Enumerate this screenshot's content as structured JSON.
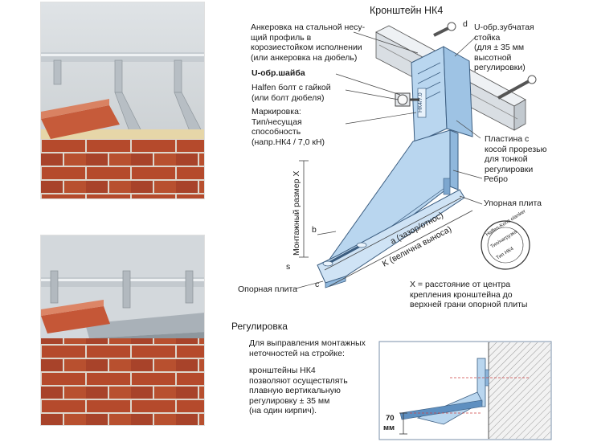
{
  "title": "Кронштейн НК4",
  "labels": {
    "anchoring": "Анкеровка на стальной несу-\nщий профиль в\nкорозиестойком исполнении\n(или анкеровка на дюбель)",
    "u_washer": "U-обр.шайба",
    "halfen_bolt": "Halfen болт с гайкой\n(или болт дюбеля)",
    "marking": "Маркировка:\nТип/несущая\nспособность\n(напр.НК4 / 7,0 кН)",
    "u_toothed": "U-обр.зубчатая\nстойка\n(для ± 35 мм\nвысотной\nрегулировки)",
    "plate_slot": "Пластина с\nкосой прорезью\nдля тонкой\nрегулировки",
    "rib": "Ребро",
    "support_plate_right": "Упорная плита",
    "support_plate_bottom": "Опорная плита",
    "mount_dim": "Монтажный размер X",
    "dim_a": "a (зазор/относ)",
    "dim_k": "K (велична выноса)",
    "x_note": "X = расстояние от центра\nкрепления кронштейна до\nверхней грани опорной плиты",
    "dim_d": "d",
    "dim_b": "b",
    "dim_s": "s",
    "dim_c": "c"
  },
  "stamp": {
    "line1": "Halfen-Kons olanker",
    "line2": "Тип/нагрузка",
    "line3": "Тип НК4"
  },
  "regulation": {
    "heading": "Регулировка",
    "text1": "Для выправления монтажных\nнеточностей на стройке:",
    "text2": "кронштейны НК4\nпозволяют осуществлять\nплавную вертикальную\nрегулировку ± 35 мм\n(на один кирпич)."
  },
  "inset": {
    "dim_value": "70",
    "dim_unit": "мм"
  },
  "colors": {
    "steel_blue": "#b9d6ef",
    "steel_dark": "#7da7cf",
    "brick": "#b54a2c",
    "mortar": "#ddd6cc",
    "rail": "#d7dde2"
  }
}
